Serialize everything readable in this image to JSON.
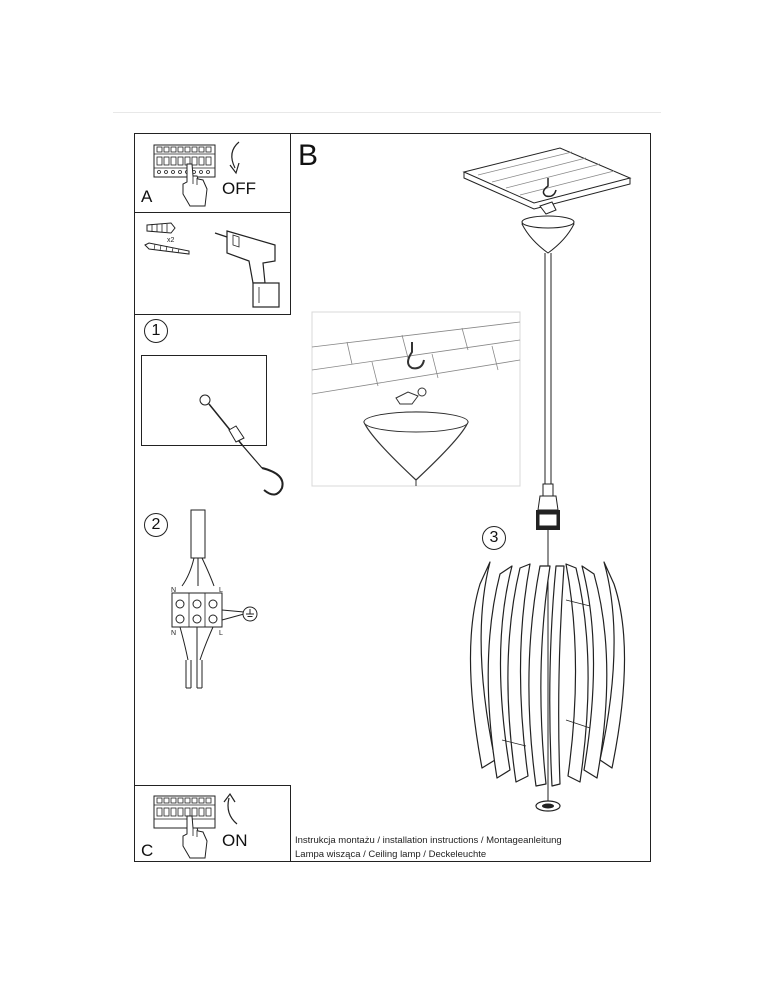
{
  "panel_a": {
    "letter": "A",
    "label": "OFF"
  },
  "panel_tools": {
    "multiplier": "x2"
  },
  "panel_b": {
    "letter": "B"
  },
  "panel_c": {
    "letter": "C",
    "label": "ON"
  },
  "steps": {
    "one": "1",
    "two": "2",
    "three": "3"
  },
  "wiring": {
    "n_top": "N",
    "l_top": "L",
    "n_bottom": "N",
    "l_bottom": "L"
  },
  "captions": {
    "line1": "Instrukcja montażu / installation instructions / Montageanleitung",
    "line2": "Lampa wisząca / Ceiling lamp / Deckeleuchte"
  },
  "icons": [
    "circuit-breaker-icon",
    "hand-icon",
    "arrow-down-icon",
    "arrow-up-icon",
    "wall-plug-icon",
    "screw-icon",
    "drill-icon",
    "hook-icon",
    "ground-icon"
  ]
}
